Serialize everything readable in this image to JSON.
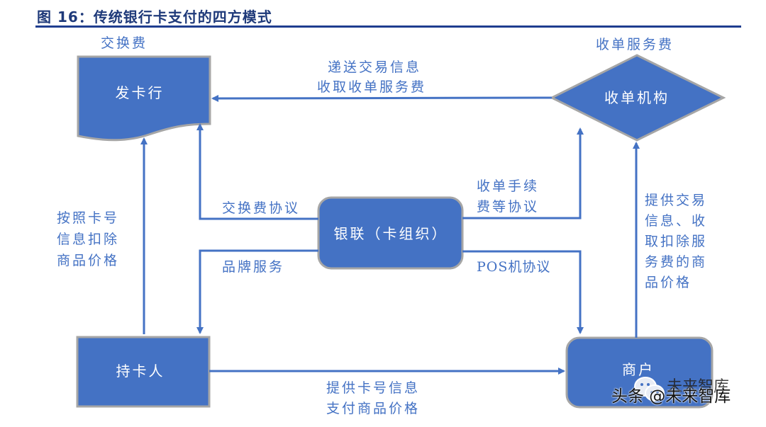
{
  "figure": {
    "title": "图 16：传统银行卡支付的四方模式"
  },
  "nodes": {
    "issuer": "发卡行",
    "acquirer": "收单机构",
    "unionpay": "银联（卡组织）",
    "cardholder": "持卡人",
    "merchant": "商户"
  },
  "labels": {
    "interchange_fee": "交换费",
    "acquiring_service_fee": "收单服务费",
    "acquirer_to_issuer_line1": "递送交易信息",
    "acquirer_to_issuer_line2": "收取收单服务费",
    "interchange_agreement": "交换费协议",
    "brand_service": "品牌服务",
    "acquiring_fee_agreement_line1": "收单手续",
    "acquiring_fee_agreement_line2": "费等协议",
    "pos_agreement": "POS机协议",
    "issuer_deduct_line1": "按照卡号",
    "issuer_deduct_line2": "信息扣除",
    "issuer_deduct_line3": "商品价格",
    "merchant_to_acquirer_line1": "提供交易",
    "merchant_to_acquirer_line2": "信息、收",
    "merchant_to_acquirer_line3": "取扣除服",
    "merchant_to_acquirer_line4": "务费的商",
    "merchant_to_acquirer_line5": "品价格",
    "cardholder_to_merchant_line1": "提供卡号信息",
    "cardholder_to_merchant_line2": "支付商品价格"
  },
  "watermark": {
    "main": "头条 @未来智库",
    "secondary": "未来智库",
    "icon": "wechat-icon"
  },
  "colors": {
    "node_fill": "#4472c4",
    "node_border": "#a6a6a6",
    "arrow": "#4472c4",
    "label": "#4472c4",
    "title": "#1f3a7a"
  }
}
